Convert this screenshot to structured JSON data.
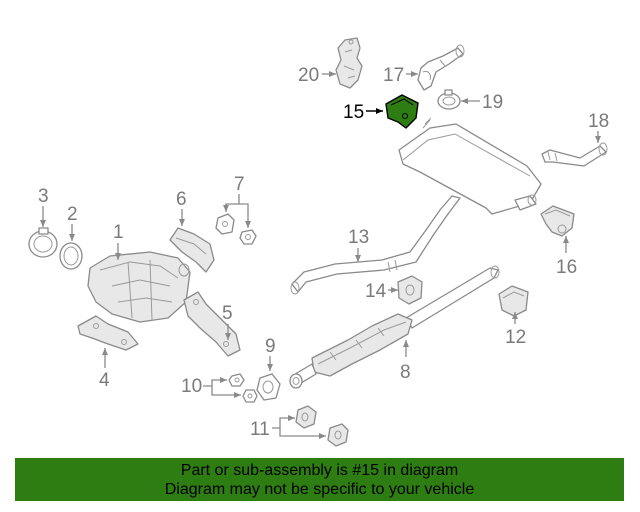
{
  "diagram": {
    "highlighted_part": "15",
    "highlight_color": "#2e7d12",
    "part_numbers": [
      "1",
      "2",
      "3",
      "4",
      "5",
      "6",
      "7",
      "8",
      "9",
      "10",
      "11",
      "12",
      "13",
      "14",
      "15",
      "16",
      "17",
      "18",
      "19",
      "20"
    ]
  },
  "banner": {
    "line1": "Part or sub-assembly is #15 in diagram",
    "line2": "Diagram may not be specific to your vehicle",
    "background": "#2e7d12"
  }
}
